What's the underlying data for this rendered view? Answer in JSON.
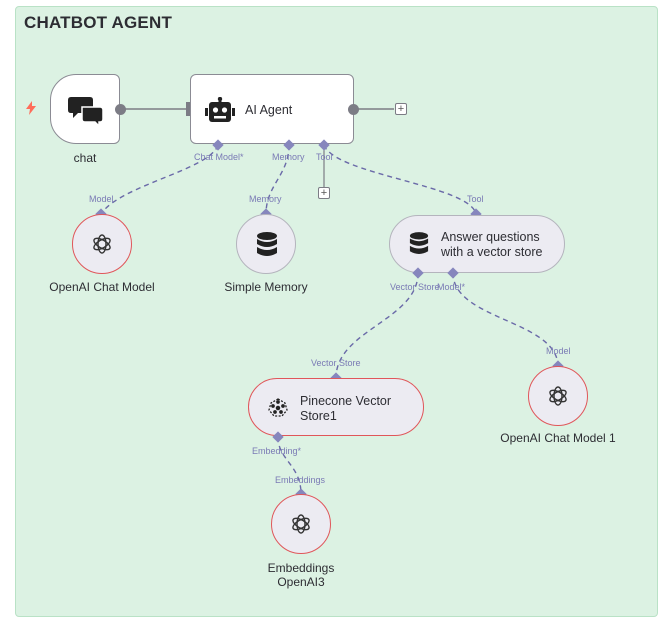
{
  "sticky": {
    "title": "CHATBOT AGENT"
  },
  "nodes": {
    "chat": {
      "label": "chat",
      "icon": "chat-bubbles-icon"
    },
    "agent": {
      "label": "AI Agent",
      "icon": "robot-icon"
    },
    "openai_chat_model": {
      "label": "OpenAI Chat Model",
      "icon": "openai-icon"
    },
    "simple_memory": {
      "label": "Simple Memory",
      "icon": "database-icon"
    },
    "qa_tool": {
      "label_line1": "Answer questions",
      "label_line2": "with a vector store",
      "icon": "database-icon"
    },
    "pinecone": {
      "label_line1": "Pinecone Vector",
      "label_line2": "Store1",
      "icon": "pinecone-icon"
    },
    "openai_chat_model_1": {
      "label": "OpenAI Chat Model 1",
      "icon": "openai-icon"
    },
    "embeddings": {
      "label_line1": "Embeddings",
      "label_line2": "OpenAI3",
      "icon": "openai-icon"
    }
  },
  "ports": {
    "agent_chat_model": "Chat Model*",
    "agent_memory": "Memory",
    "agent_tool": "Tool",
    "model_in": "Model",
    "memory_in": "Memory",
    "tool_in": "Tool",
    "qa_vector_store": "Vector Store",
    "qa_model": "Model*",
    "pinecone_in": "Vector Store",
    "model1_in": "Model",
    "pinecone_embedding": "Embedding*",
    "embeddings_in": "Embeddings"
  },
  "buttons": {
    "plus": "+"
  },
  "colors": {
    "sticky_bg": "#dcf2e3",
    "edge": "#7c7c85",
    "ai_edge": "#6a6aa8",
    "port": "#8686bd",
    "error_border": "#e0565a",
    "trigger_bolt": "#ff6d5a"
  }
}
